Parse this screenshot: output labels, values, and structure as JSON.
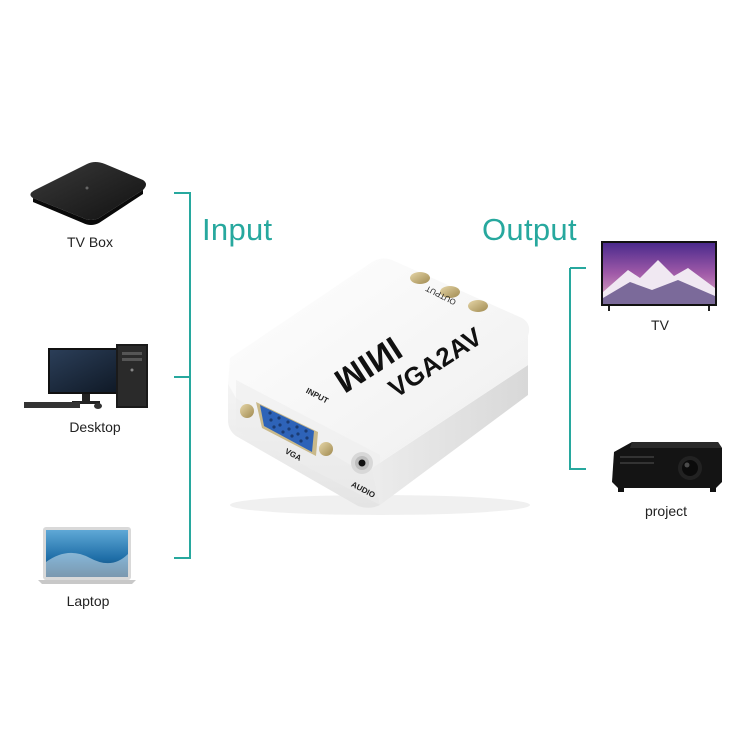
{
  "input": {
    "heading": "Input",
    "devices": [
      {
        "label": "TV Box",
        "icon": "tv-box-icon"
      },
      {
        "label": "Desktop",
        "icon": "desktop-icon"
      },
      {
        "label": "Laptop",
        "icon": "laptop-icon"
      }
    ]
  },
  "output": {
    "heading": "Output",
    "devices": [
      {
        "label": "TV",
        "icon": "tv-icon"
      },
      {
        "label": "project",
        "icon": "projector-icon"
      }
    ]
  },
  "adapter": {
    "brand": "MINI",
    "model": "VGA2AV",
    "input_label": "INPUT",
    "output_label": "OUTPUT",
    "vga_label": "VGA",
    "audio_label": "AUDIO"
  },
  "colors": {
    "accent": "#27a89e",
    "device_body": "#f6f6f6",
    "vga_port": "#2e63b8"
  }
}
